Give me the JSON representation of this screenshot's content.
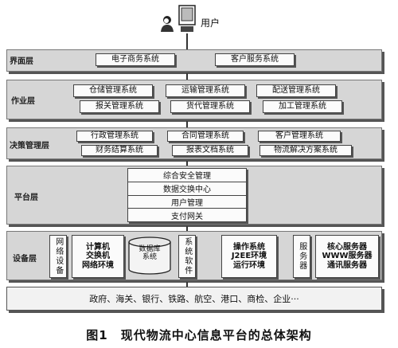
{
  "user": {
    "label": "用户"
  },
  "layers": {
    "interface": {
      "label": "界面层",
      "items": [
        "电子商务系统",
        "客户服务系统"
      ]
    },
    "operation": {
      "label": "作业层",
      "items": [
        "仓储管理系统",
        "运输管理系统",
        "配送管理系统",
        "报关管理系统",
        "货代管理系统",
        "加工管理系统"
      ]
    },
    "decision": {
      "label": "决策管理层",
      "items": [
        "行政管理系统",
        "合同管理系统",
        "客户管理系统",
        "财务结算系统",
        "报表文档系统",
        "物流解决方案系统"
      ]
    },
    "platform": {
      "label": "平台层",
      "items": [
        "综合安全管理",
        "数据交换中心",
        "用户管理",
        "支付网关"
      ]
    },
    "infrastructure": {
      "label": "设备层",
      "network_vertical": "网络设备",
      "network_devices": "计算机\n交换机\n网络环境",
      "database": "数据库\n系统",
      "system_software": "系统软件",
      "os": "操作系统\nJ2EE环境\n运行环境",
      "server_vertical": "服务器",
      "servers": "核心服务器\nWWW服务器\n通讯服务器"
    },
    "external": {
      "text": "政府、海关、银行、铁路、航空、港口、商检、企业···"
    }
  },
  "caption": "图1　现代物流中心信息平台的总体架构"
}
